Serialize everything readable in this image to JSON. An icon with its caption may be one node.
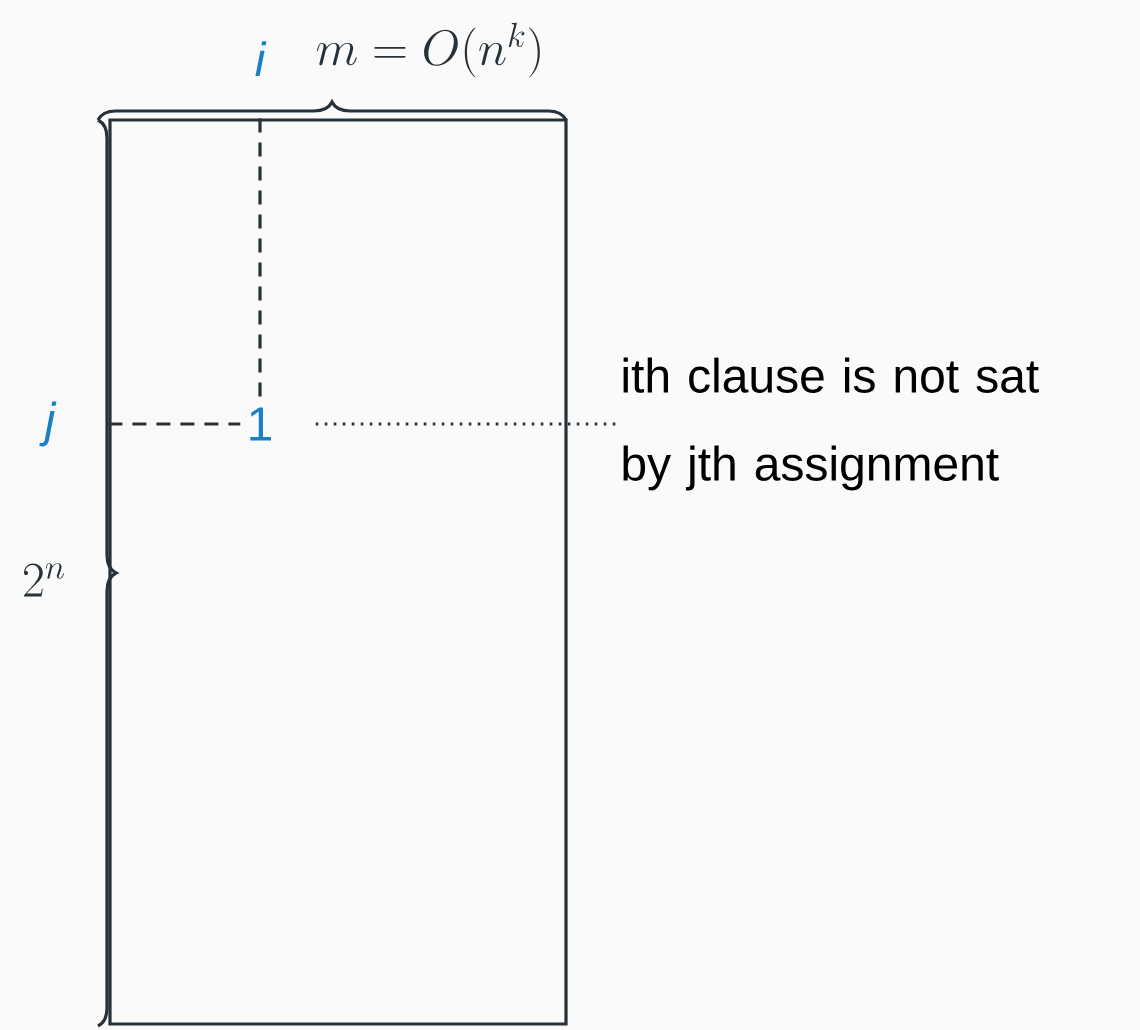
{
  "diagram": {
    "nodes": [
      {
        "text": [],
        "shape": "box"
      },
      {
        "text": [
          "1"
        ],
        "in": 0
      },
      {
        "text": [
          "i"
        ]
      },
      {
        "text": [
          "j"
        ]
      },
      {
        "text": [
          "ith clause is not sat by jth assignment"
        ]
      }
    ],
    "edges": [
      {
        "from": 2,
        "to": 1,
        "arrow": "none",
        "style": "dashed"
      },
      {
        "from": 3,
        "to": 1,
        "arrow": "none",
        "style": "dashed"
      },
      {
        "from": 1,
        "to": 4,
        "arrow": "none"
      }
    ],
    "labels": [
      "m = O(n^{k})",
      "2^{n}"
    ]
  }
}
